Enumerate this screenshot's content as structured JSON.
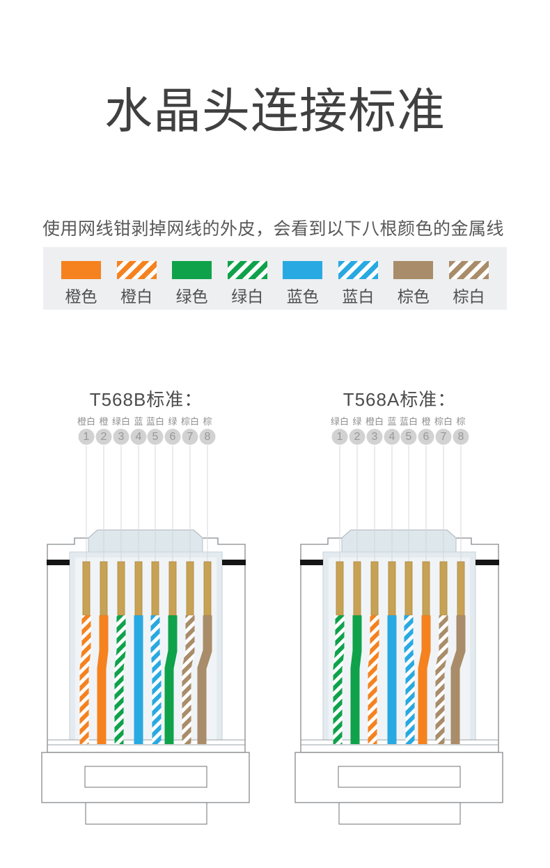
{
  "page": {
    "title": "水晶头连接标准",
    "description": "使用网线钳剥掉网线的外皮，会看到以下八根颜色的金属线"
  },
  "colors": {
    "orange": "#F5821F",
    "green": "#0FA24B",
    "blue": "#29A9E1",
    "brown": "#A98C69",
    "pin_gold": "#C8A254",
    "pin_edge": "#AE8C45",
    "body_outline": "#85898D",
    "panel_fill": "#E4EBF0",
    "panel_inner": "#F0F4F7",
    "latch_fill": "#DDE7EC",
    "band_black": "#151515",
    "guide_line": "#D3D7DA"
  },
  "legend": {
    "items": [
      {
        "label": "橙色",
        "color": "orange",
        "striped": false
      },
      {
        "label": "橙白",
        "color": "orange",
        "striped": true
      },
      {
        "label": "绿色",
        "color": "green",
        "striped": false
      },
      {
        "label": "绿白",
        "color": "green",
        "striped": true
      },
      {
        "label": "蓝色",
        "color": "blue",
        "striped": false
      },
      {
        "label": "蓝白",
        "color": "blue",
        "striped": true
      },
      {
        "label": "棕色",
        "color": "brown",
        "striped": false
      },
      {
        "label": "棕白",
        "color": "brown",
        "striped": true
      }
    ]
  },
  "connectors": [
    {
      "title": "T568B标准：",
      "wire_labels": [
        "橙白",
        "橙",
        "绿白",
        "蓝",
        "蓝白",
        "绿",
        "棕白",
        "棕"
      ],
      "pin_numbers": [
        "1",
        "2",
        "3",
        "4",
        "5",
        "6",
        "7",
        "8"
      ],
      "wires": [
        {
          "color": "orange",
          "striped": true
        },
        {
          "color": "orange",
          "striped": false
        },
        {
          "color": "green",
          "striped": true
        },
        {
          "color": "blue",
          "striped": false
        },
        {
          "color": "blue",
          "striped": true
        },
        {
          "color": "green",
          "striped": false
        },
        {
          "color": "brown",
          "striped": true
        },
        {
          "color": "brown",
          "striped": false
        }
      ]
    },
    {
      "title": "T568A标准：",
      "wire_labels": [
        "绿白",
        "绿",
        "橙白",
        "蓝",
        "蓝白",
        "橙",
        "棕白",
        "棕"
      ],
      "pin_numbers": [
        "1",
        "2",
        "3",
        "4",
        "5",
        "6",
        "7",
        "8"
      ],
      "wires": [
        {
          "color": "green",
          "striped": true
        },
        {
          "color": "green",
          "striped": false
        },
        {
          "color": "orange",
          "striped": true
        },
        {
          "color": "blue",
          "striped": false
        },
        {
          "color": "blue",
          "striped": true
        },
        {
          "color": "orange",
          "striped": false
        },
        {
          "color": "brown",
          "striped": true
        },
        {
          "color": "brown",
          "striped": false
        }
      ]
    }
  ]
}
